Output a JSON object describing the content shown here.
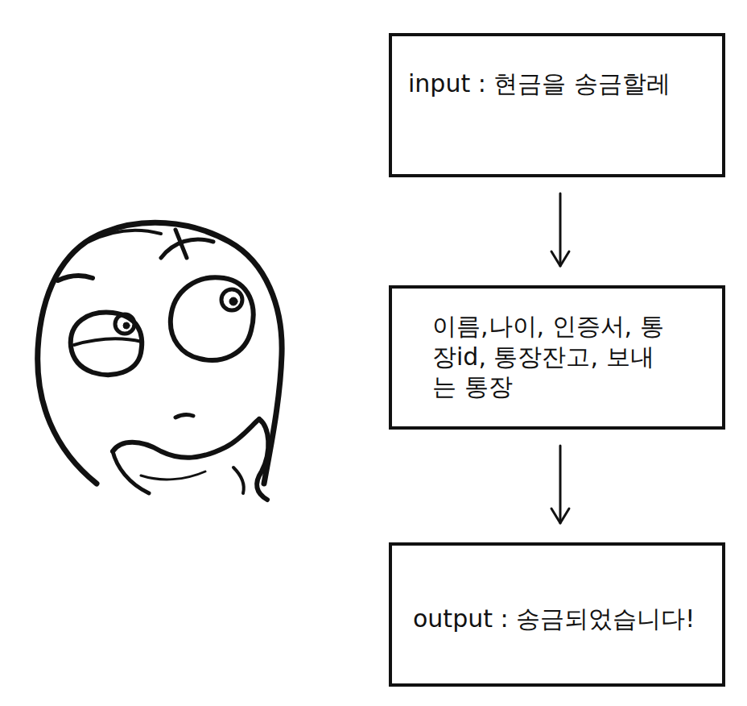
{
  "diagram": {
    "nodes": [
      {
        "text": [
          "input : 현금을 송금할레"
        ]
      },
      {
        "text": [
          "이름,나이, 인증서, 통장id, 통장잔고, 보내는 통장"
        ]
      },
      {
        "text": [
          "output : 송금되었습니다!"
        ]
      }
    ],
    "edges": [
      {
        "from": 0,
        "to": 1,
        "arrow": "to"
      },
      {
        "from": 1,
        "to": 2,
        "arrow": "to"
      }
    ]
  }
}
